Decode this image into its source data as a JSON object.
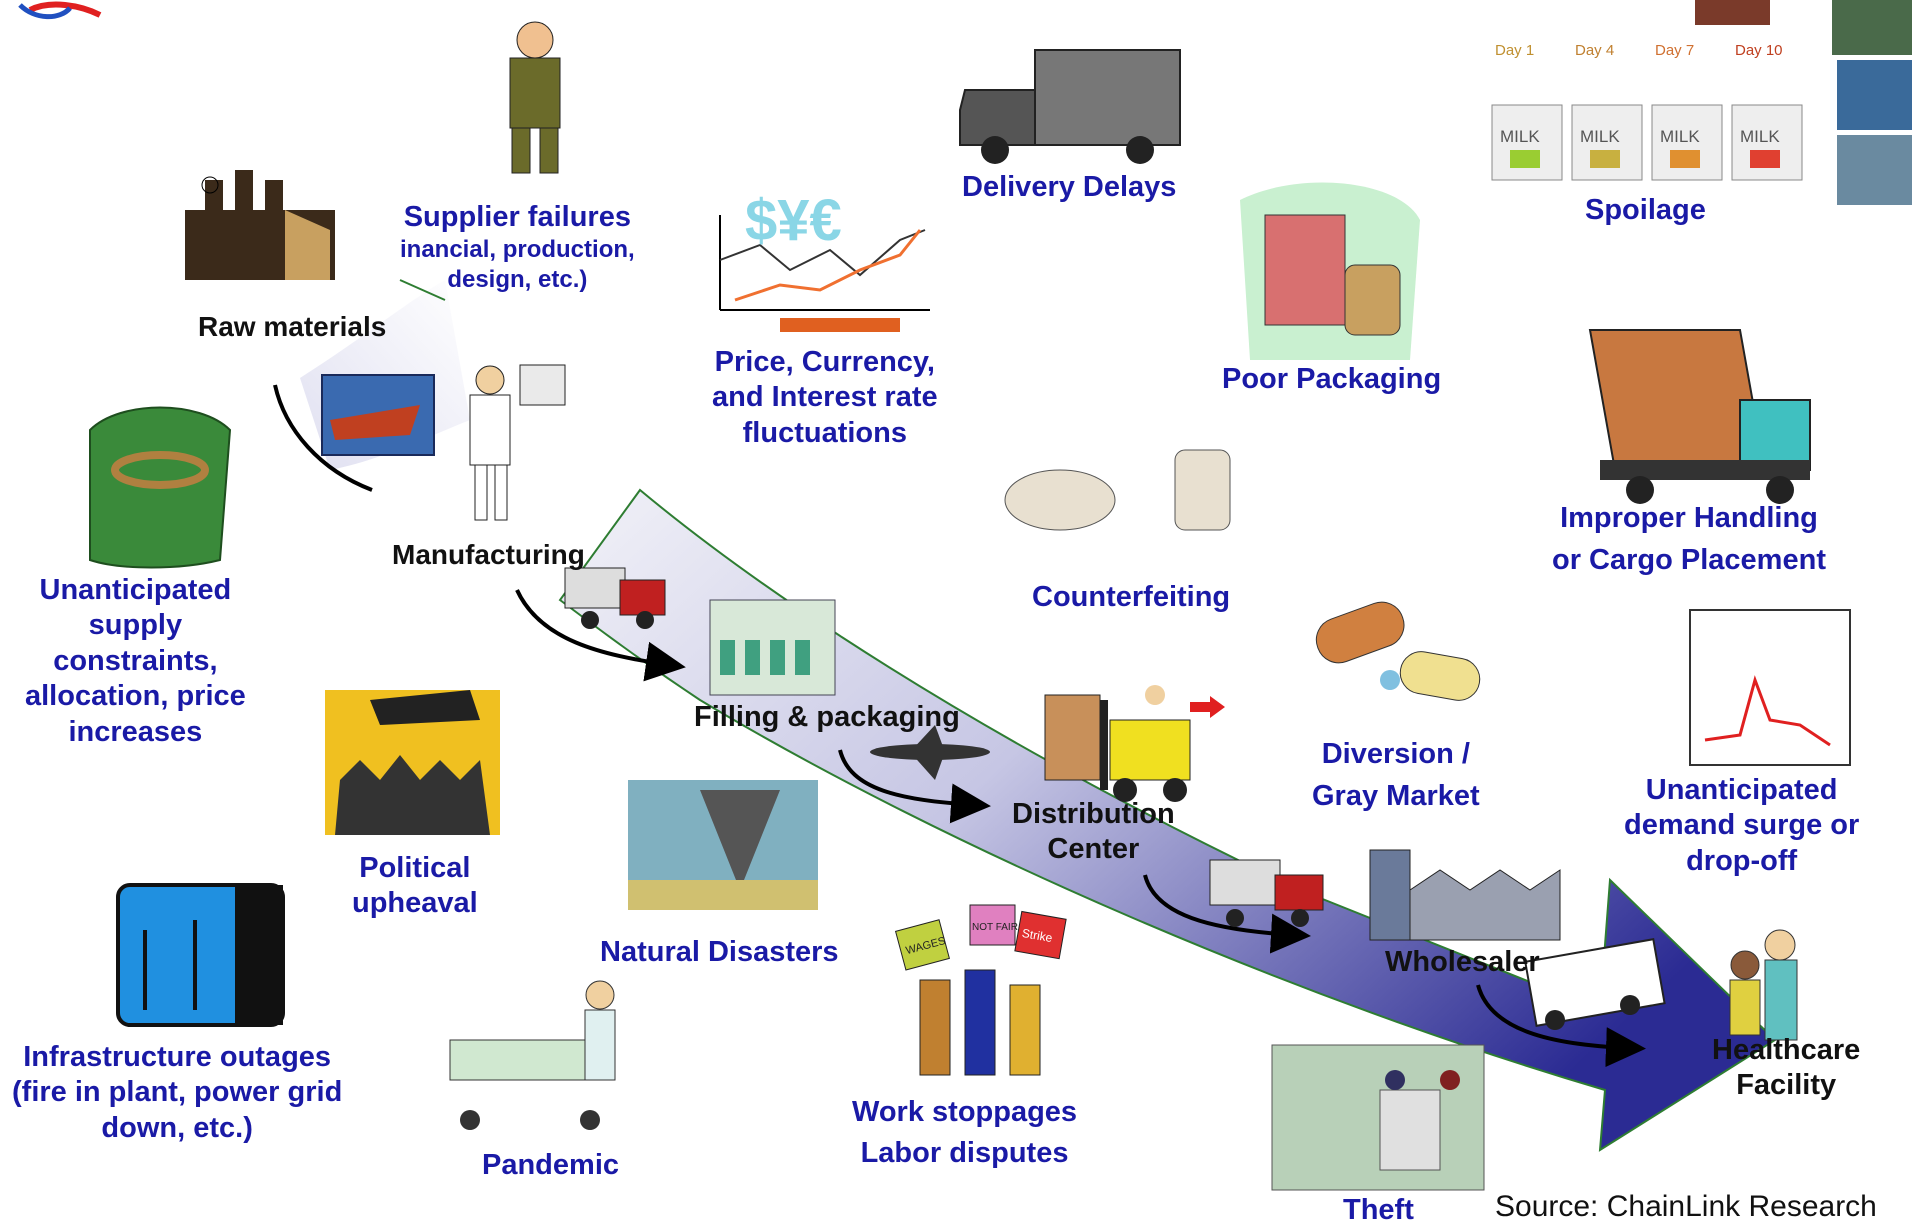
{
  "colors": {
    "label_blue": "#1a1aa6",
    "flow_dark": "#3a3aa0",
    "flow_light": "#ececf6",
    "border_green": "#2e7d32"
  },
  "stages": {
    "raw_materials": "Raw materials",
    "manufacturing": "Manufacturing",
    "filling": "Filling & packaging",
    "distribution_line1": "Distribution",
    "distribution_line2": "Center",
    "wholesaler": "Wholesaler",
    "healthcare_line1": "Healthcare",
    "healthcare_line2": "Facility"
  },
  "risks": {
    "supplier_line1": "Supplier failures",
    "supplier_line2": "inancial, production,",
    "supplier_line3": "design, etc.)",
    "price_line1": "Price, Currency,",
    "price_line2": "and Interest rate",
    "price_line3": "fluctuations",
    "delivery": "Delivery Delays",
    "packaging": "Poor Packaging",
    "spoilage": "Spoilage",
    "counterfeit": "Counterfeiting",
    "handling_line1": "Improper Handling",
    "handling_line2": "or Cargo Placement",
    "diversion_line1": "Diversion /",
    "diversion_line2": "Gray Market",
    "demand_line1": "Unanticipated",
    "demand_line2": "demand surge or",
    "demand_line3": "drop-off",
    "supply_line1": "Unanticipated",
    "supply_line2": "supply",
    "supply_line3": "constraints,",
    "supply_line4": "allocation, price",
    "supply_line5": "increases",
    "political_line1": "Political",
    "political_line2": "upheaval",
    "natural": "Natural Disasters",
    "infra_line1": "Infrastructure outages",
    "infra_line2": "(fire in plant, power grid",
    "infra_line3": "down, etc.)",
    "pandemic": "Pandemic",
    "work_line1": "Work stoppages",
    "work_line2": "Labor disputes",
    "theft": "Theft"
  },
  "milk": {
    "days": [
      "Day 1",
      "Day 4",
      "Day 7",
      "Day 10"
    ],
    "carton_text": "MILK"
  },
  "currency_symbols": "$¥€",
  "protest_signs": [
    "WAGES",
    "NOT FAIR",
    "Strike"
  ],
  "source": "Source: ChainLink Research"
}
